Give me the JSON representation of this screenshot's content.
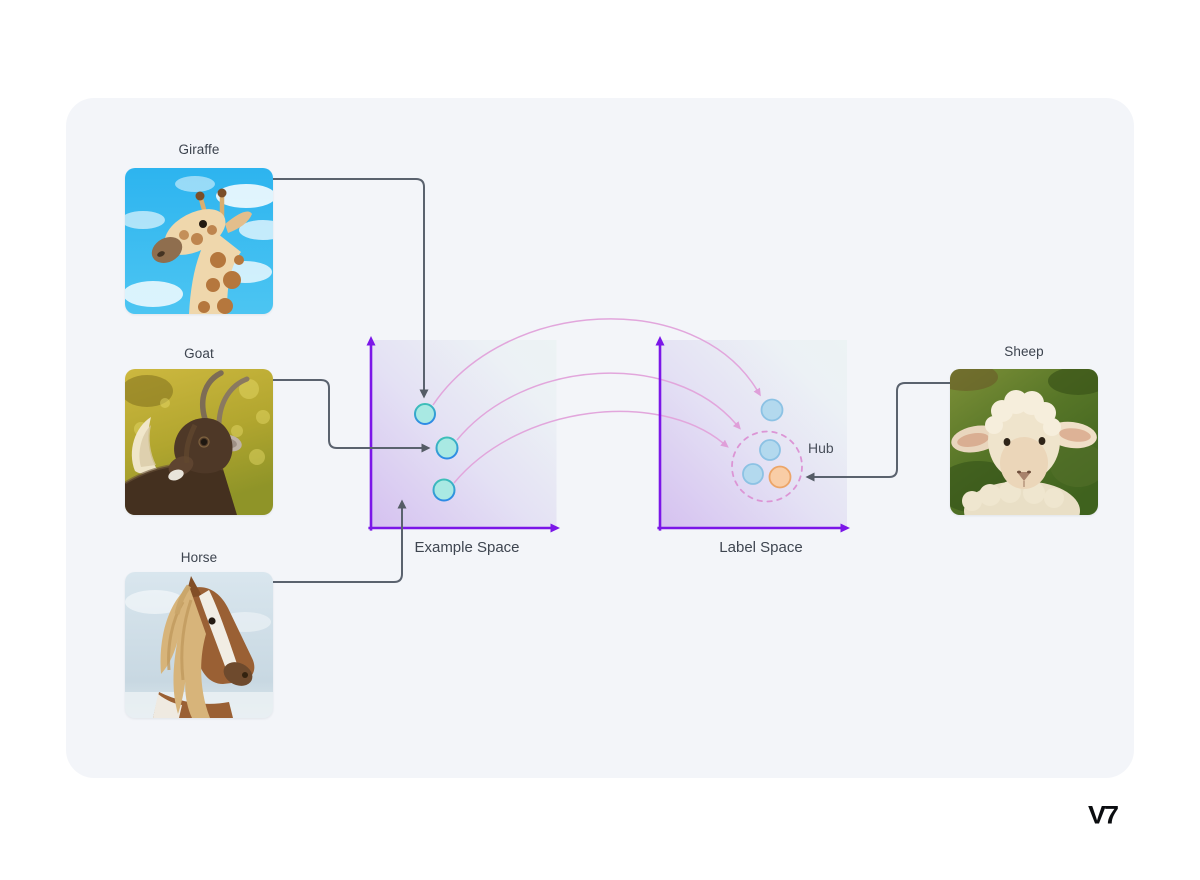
{
  "figure": {
    "examples": [
      {
        "label": "Giraffe"
      },
      {
        "label": "Goat"
      },
      {
        "label": "Horse"
      }
    ],
    "query": {
      "label": "Sheep"
    },
    "example_space": {
      "label": "Example Space",
      "points": [
        {
          "source": "Giraffe",
          "color": "teal"
        },
        {
          "source": "Goat",
          "color": "teal"
        },
        {
          "source": "Horse",
          "color": "teal"
        }
      ]
    },
    "label_space": {
      "label": "Label Space",
      "hub": {
        "label": "Hub",
        "points": [
          {
            "location": "in-hub",
            "color": "blue"
          },
          {
            "location": "in-hub",
            "color": "blue"
          },
          {
            "location": "in-hub",
            "color": "orange"
          }
        ]
      },
      "points_outside_hub": [
        {
          "color": "blue"
        }
      ]
    }
  },
  "branding": {
    "logo": "V7"
  },
  "colors": {
    "canvas": "#FFFFFF",
    "card": "#F3F5F9",
    "axis_purple": "#7B16E8",
    "connector_gray": "#5A626E",
    "mapping_arc_pink": "#E2A6DC",
    "hub_dashed_pink": "#DC95D5",
    "example_point_fill": "#A9E9E3",
    "label_point_fill": "#B3D9EE",
    "query_point_fill": "#F9CDA6",
    "text": "#3C434E"
  }
}
